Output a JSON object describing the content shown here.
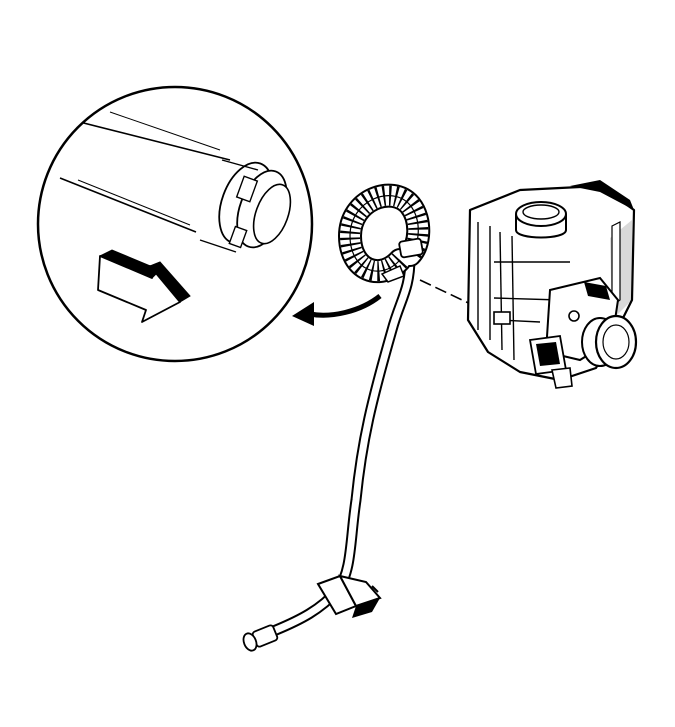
{
  "diagram": {
    "type": "technical-line-illustration",
    "text_labels": [],
    "colors": {
      "background": "#ffffff",
      "line": "#000000",
      "arrow_shade": "#000000"
    },
    "parts": [
      "detail-magnifier-circle",
      "hose-end-fitting",
      "release-direction-arrow",
      "callout-arrow",
      "reservoir-hose",
      "hose-clamp",
      "hose-end-connector",
      "brake-fluid-reservoir",
      "reservoir-cap",
      "leader-line"
    ]
  }
}
